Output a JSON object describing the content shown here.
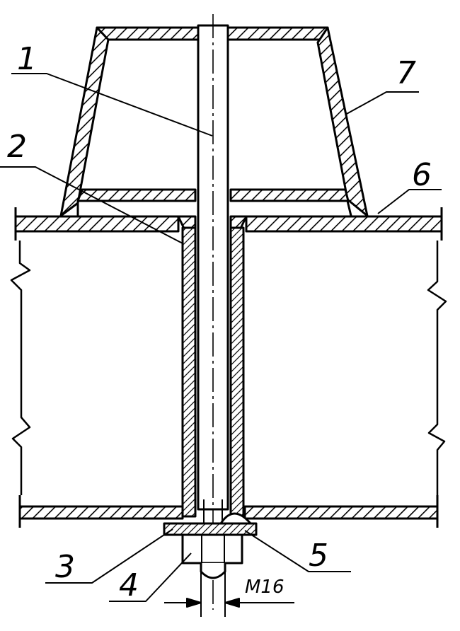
{
  "labels": {
    "part_1": "1",
    "part_2": "2",
    "part_3": "3",
    "part_4": "4",
    "part_5": "5",
    "part_6": "6",
    "part_7": "7"
  },
  "thread_dimension": "M16",
  "colors": {
    "ink": "#000000",
    "paper": "#ffffff"
  }
}
